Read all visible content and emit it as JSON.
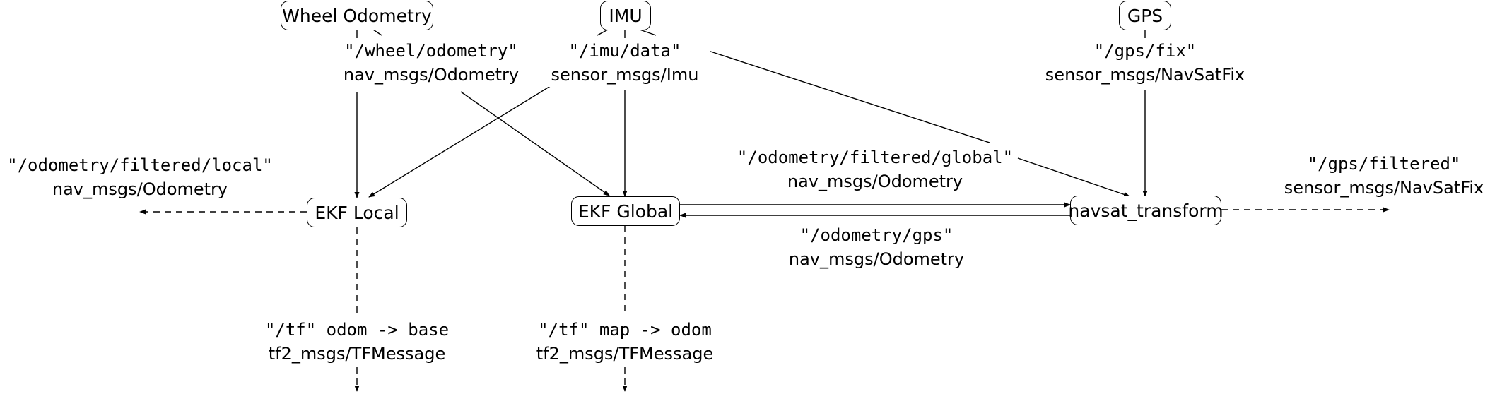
{
  "nodes": {
    "wheel_odometry": "Wheel Odometry",
    "imu": "IMU",
    "gps": "GPS",
    "ekf_local": "EKF Local",
    "ekf_global": "EKF Global",
    "navsat_transform": "navsat_transform"
  },
  "topics": {
    "wheel_odometry": {
      "topic": "\"/wheel/odometry\"",
      "type": "nav_msgs/Odometry"
    },
    "imu_data": {
      "topic": "\"/imu/data\"",
      "type": "sensor_msgs/Imu"
    },
    "gps_fix": {
      "topic": "\"/gps/fix\"",
      "type": "sensor_msgs/NavSatFix"
    },
    "odometry_filtered_local": {
      "topic": "\"/odometry/filtered/local\"",
      "type": "nav_msgs/Odometry"
    },
    "odometry_filtered_global": {
      "topic": "\"/odometry/filtered/global\"",
      "type": "nav_msgs/Odometry"
    },
    "odometry_gps": {
      "topic": "\"/odometry/gps\"",
      "type": "nav_msgs/Odometry"
    },
    "gps_filtered": {
      "topic": "\"/gps/filtered\"",
      "type": "sensor_msgs/NavSatFix"
    },
    "tf_local": {
      "topic": "\"/tf\" odom -> base",
      "type": "tf2_msgs/TFMessage"
    },
    "tf_global": {
      "topic": "\"/tf\" map -> odom",
      "type": "tf2_msgs/TFMessage"
    }
  },
  "edges": [
    {
      "from": "wheel_odometry",
      "to": "ekf_local",
      "style": "solid"
    },
    {
      "from": "wheel_odometry",
      "to": "ekf_global",
      "style": "solid"
    },
    {
      "from": "imu",
      "to": "ekf_local",
      "style": "solid"
    },
    {
      "from": "imu",
      "to": "ekf_global",
      "style": "solid"
    },
    {
      "from": "imu",
      "to": "navsat_transform",
      "style": "solid"
    },
    {
      "from": "gps",
      "to": "navsat_transform",
      "style": "solid"
    },
    {
      "from": "ekf_global",
      "to": "navsat_transform",
      "style": "solid"
    },
    {
      "from": "navsat_transform",
      "to": "ekf_global",
      "style": "solid"
    },
    {
      "from": "ekf_local",
      "to": "output",
      "style": "dashed"
    },
    {
      "from": "ekf_local",
      "to": "output",
      "style": "dashed"
    },
    {
      "from": "ekf_global",
      "to": "output",
      "style": "dashed"
    },
    {
      "from": "navsat_transform",
      "to": "output",
      "style": "dashed"
    }
  ]
}
